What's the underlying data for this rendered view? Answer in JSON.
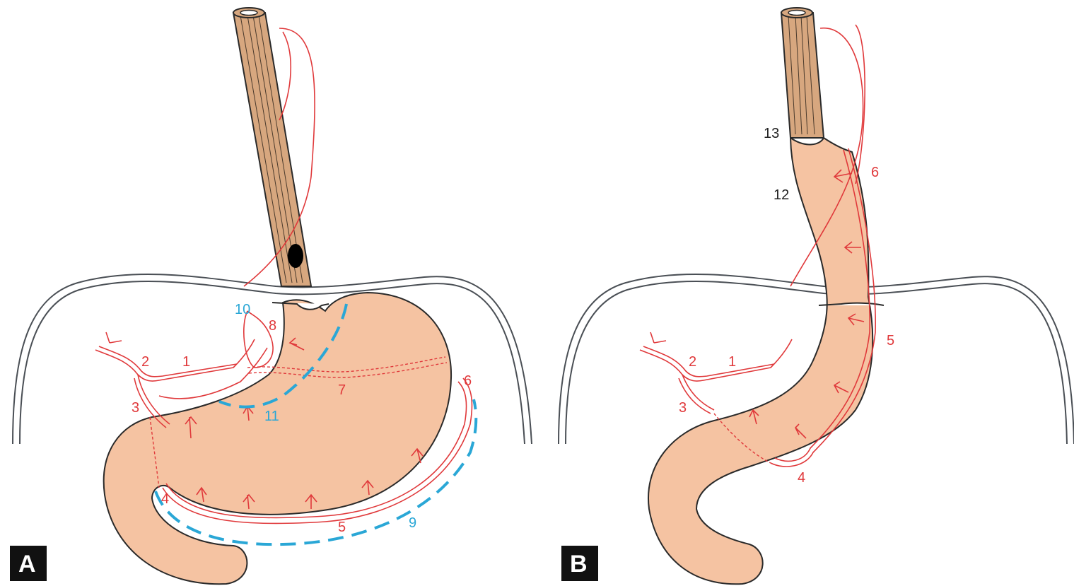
{
  "panels": [
    {
      "id": "A",
      "letter": "A",
      "labels_red": [
        "1",
        "2",
        "3",
        "4",
        "5",
        "6",
        "7",
        "8"
      ],
      "labels_blue": [
        "9",
        "10",
        "11"
      ]
    },
    {
      "id": "B",
      "letter": "B",
      "labels_red": [
        "1",
        "2",
        "3",
        "4",
        "5",
        "6"
      ],
      "labels_black": [
        "12",
        "13"
      ]
    }
  ],
  "colors": {
    "stomach": "#f5c3a2",
    "esophagus": "#d7a77f",
    "artery": "#e0393b",
    "resection_line": "#2aa7d6",
    "diaphragm": "#4a4f55",
    "tumor": "#000000",
    "panel_badge": "#111111"
  }
}
